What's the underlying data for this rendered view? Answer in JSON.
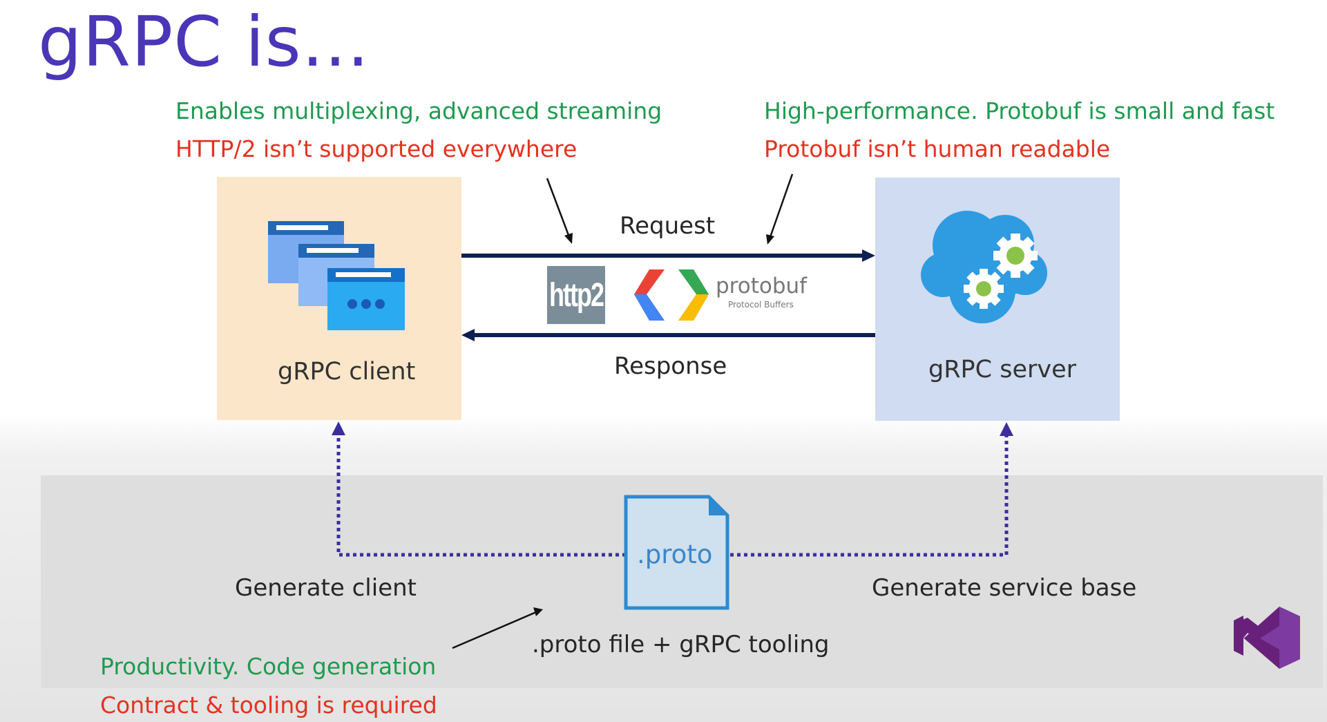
{
  "title": "gRPC is...",
  "notes": {
    "http2_pro": "Enables multiplexing, advanced streaming",
    "http2_con": "HTTP/2 isn’t supported everywhere",
    "protobuf_pro": "High-performance. Protobuf is small and fast",
    "protobuf_con": "Protobuf isn’t human readable",
    "tooling_pro": "Productivity. Code generation",
    "tooling_con": "Contract & tooling is required"
  },
  "client": {
    "label": "gRPC client"
  },
  "server": {
    "label": "gRPC server"
  },
  "arrows": {
    "request": "Request",
    "response": "Response"
  },
  "logos": {
    "http2": "http2",
    "protobuf": "protobuf",
    "protobuf_sub": "Protocol Buffers",
    "brand": "visual-studio-logo"
  },
  "proto_file": {
    "label": ".proto"
  },
  "labels": {
    "generate_client": "Generate client",
    "generate_service": "Generate service base",
    "tooling": ".proto file + gRPC tooling"
  },
  "colors": {
    "title": "#4b35b8",
    "pro": "#1f9a4f",
    "con": "#e53121",
    "client_box": "#fce6c9",
    "server_box": "#cfdcf1",
    "arrow": "#0e2050",
    "dotted": "#3b2e9c"
  }
}
